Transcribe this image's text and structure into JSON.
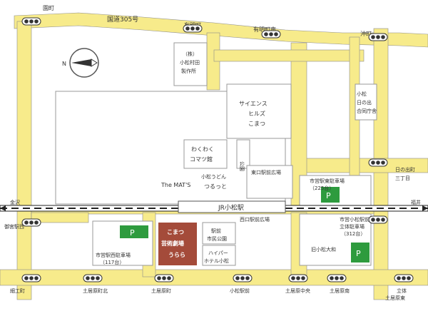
{
  "colors": {
    "road": "#f7eb8b",
    "road_edge": "#8c8c8c",
    "building": "#ffffff",
    "building_edge": "#999999",
    "theatre": "#a44b3a",
    "parking": "#2e9b3e",
    "rail": "#222222",
    "signal": "#333333"
  },
  "roads": {
    "route305": "国道305号",
    "ariake": "有明町",
    "ariake_south": "有明町南",
    "okinaka": "沖町",
    "sono": "園町",
    "hinode_sanchome": [
      "日の出町",
      "三丁目"
    ],
    "gosangyonishi": "御宮駅西",
    "fukui": "福井",
    "kanazawa": "金沢",
    "hakuchou": "細工町",
    "doirahara_kita": "土居原町北",
    "doirahara": "土居原町",
    "komatsu_ekimae": "小松駅前",
    "doirahara_chuo": "土居原中央",
    "doirahara_minami": "土居原南",
    "rittai_ekimae": [
      "立体",
      "土居原東"
    ]
  },
  "buildings": {
    "murata": [
      "（株）",
      "小松村田",
      "製作所"
    ],
    "science_hills": [
      "サイエンス",
      "ヒルズ",
      "こまつ"
    ],
    "wakuwaku": [
      "わくわく",
      "コマツ館"
    ],
    "hinode_godo": [
      "小松",
      "日の出",
      "合同庁舎"
    ],
    "koen": "公園",
    "east_plaza": "東口駅前広場",
    "west_plaza": "西口駅前広場",
    "the_mats": "The MAT'S",
    "udon_top": "小松うどん",
    "udon_bottom": "つるっと",
    "ekimae_park": [
      "駅前",
      "市民公園"
    ],
    "hyper_hotel": [
      "ハイパー",
      "ホテル小松"
    ],
    "kyu_yamato": "旧小松大和",
    "theatre": [
      "こまつ",
      "芸術劇場",
      "うらら"
    ],
    "station": "JR小松駅"
  },
  "parking": [
    {
      "name": "市営駅東駐車場",
      "cap": "（225台）"
    },
    {
      "name": "市営駅西駐車場",
      "cap": "（117台）"
    },
    {
      "name": [
        "市営小松駅前",
        "立体駐車場"
      ],
      "cap": "（312台）"
    }
  ],
  "parking_mark": "P"
}
